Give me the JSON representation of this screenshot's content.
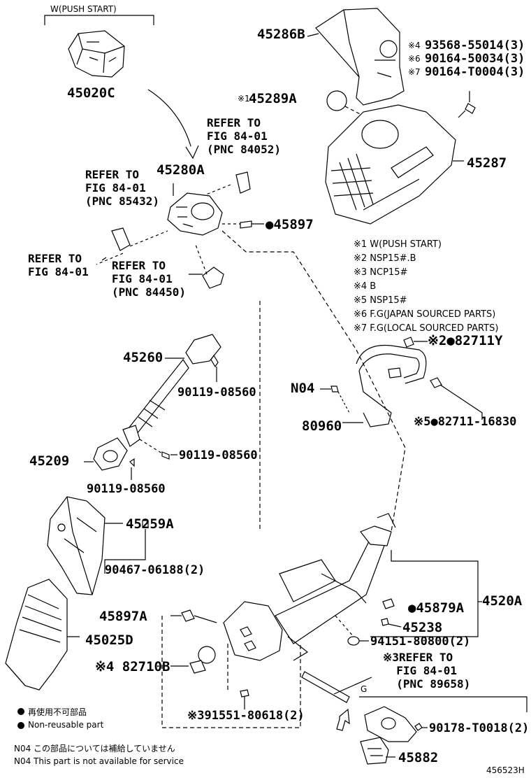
{
  "labels": {
    "w_push_start": "W(PUSH START)",
    "p45020C": "45020C",
    "p45286B": "45286B",
    "p93568": "93568-55014(3)",
    "p90164a": "90164-50034(3)",
    "p90164b": "90164-T0004(3)",
    "mark4": "※4",
    "mark6": "※6",
    "mark7": "※7",
    "p45289A": "45289A",
    "mark1": "※1",
    "refer1": "REFER TO\nFIG 84-01\n(PNC 84052)",
    "p45280A": "45280A",
    "refer2": "REFER TO\nFIG 84-01\n(PNC 85432)",
    "p45287": "45287",
    "p45897": "●45897",
    "refer3": "REFER TO\nFIG 84-01",
    "refer4": "REFER TO\nFIG 84-01\n(PNC 84450)",
    "p45260": "45260",
    "p90119a": "90119-08560",
    "p90119b": "90119-08560",
    "p90119c": "90119-08560",
    "p45209": "45209",
    "p45259A": "45259A",
    "p90467": "90467-06188(2)",
    "p45897A": "45897A",
    "p45025D": "45025D",
    "p82710B": "※4 82710B",
    "p82711Y": "※2●82711Y",
    "pN04": "N04",
    "p80960": "80960",
    "p82711_16830": "※5●82711-16830",
    "p45879A": "●45879A",
    "p4520A": "4520A",
    "p45238": "45238",
    "p94151": "94151-80800(2)",
    "refer5": "※3REFER TO\n  FIG 84-01\n  (PNC 89658)",
    "p91551": "※391551-80618(2)",
    "g_label": "G",
    "p90178": "90178-T0018(2)",
    "p45882": "45882",
    "drawing_no": "456523H"
  },
  "notes": [
    "※1 W(PUSH START)",
    "※2 NSP15#.B",
    "※3 NCP15#",
    "※4 B",
    "※5 NSP15#",
    "※6 F.G(JAPAN SOURCED PARTS)",
    "※7 F.G(LOCAL SOURCED PARTS)"
  ],
  "legend": {
    "jp_nonreusable": "再使用不可部品",
    "en_nonreusable": "Non-reusable part",
    "jp_n04": "N04  この部品については補給していません",
    "en_n04": "N04  This part is not available for service"
  }
}
